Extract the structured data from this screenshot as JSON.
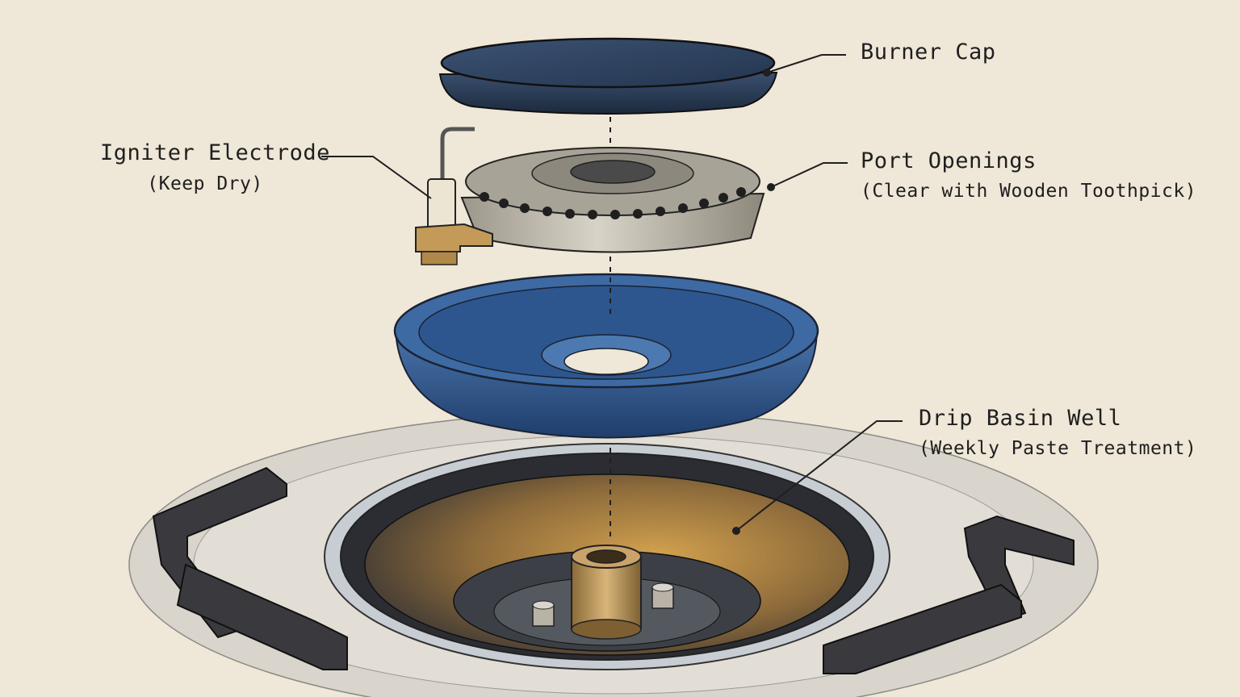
{
  "labels": {
    "burner_cap": {
      "title": "Burner Cap"
    },
    "igniter": {
      "title": "Igniter Electrode",
      "note": "(Keep Dry)"
    },
    "ports": {
      "title": "Port Openings",
      "note": "(Clear with Wooden Toothpick)"
    },
    "drip": {
      "title": "Drip Basin Well",
      "note": "(Weekly Paste Treatment)"
    }
  },
  "colors": {
    "paper": "#efe7d7",
    "enamel_blue": "#2f5a93",
    "cap_slate": "#2c3f5c",
    "steel": "#b9b3a7",
    "brass": "#b58b4a",
    "ink": "#1f1f1f"
  }
}
